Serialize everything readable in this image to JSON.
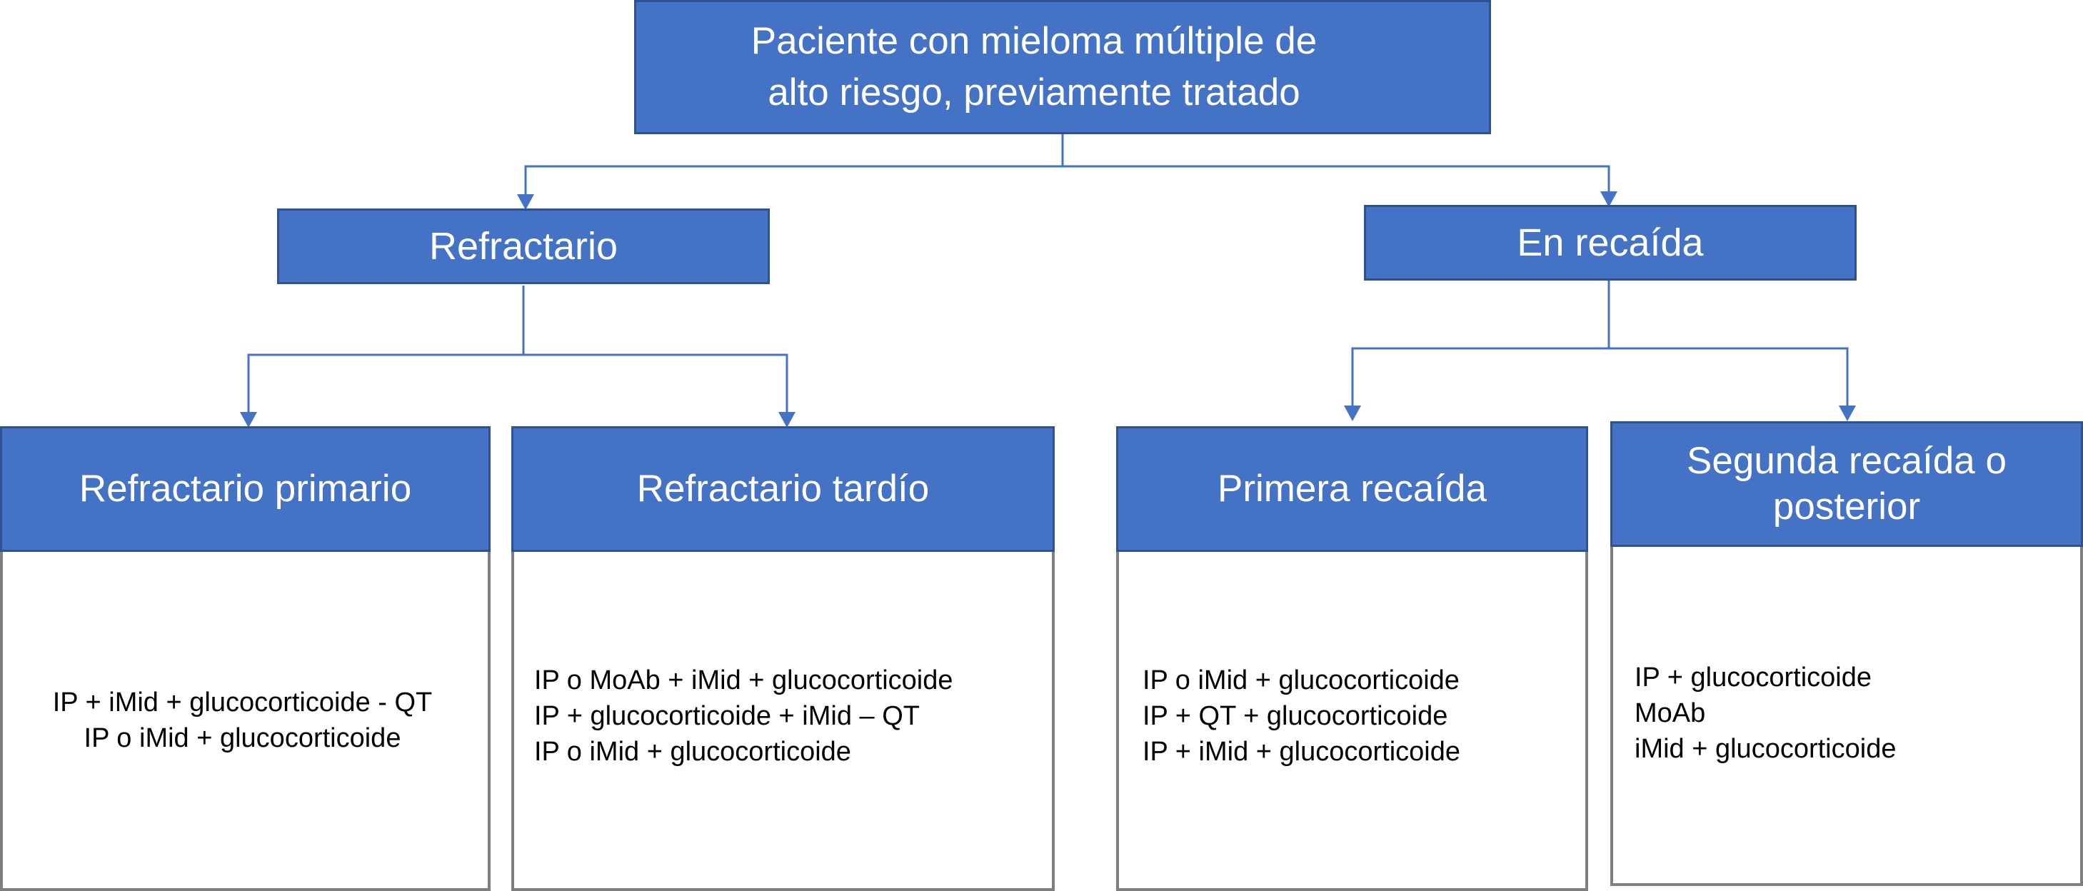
{
  "root": {
    "line1": "Paciente con mieloma múltiple de",
    "line2": "alto riesgo, previamente tratado"
  },
  "branches": [
    {
      "label": "Refractario"
    },
    {
      "label": "En recaída"
    }
  ],
  "categories": [
    {
      "title": "Refractario primario",
      "items": [
        "IP + iMid + glucocorticoide - QT",
        "IP o iMid + glucocorticoide"
      ]
    },
    {
      "title": "Refractario tardío",
      "items": [
        "IP o MoAb + iMid + glucocorticoide",
        "IP + glucocorticoide + iMid – QT",
        "IP o iMid + glucocorticoide"
      ]
    },
    {
      "title": "Primera recaída",
      "items": [
        "IP o iMid + glucocorticoide",
        "IP + QT + glucocorticoide",
        "IP + iMid + glucocorticoide"
      ]
    },
    {
      "title_line1": "Segunda recaída o",
      "title_line2": "posterior",
      "items": [
        "IP + glucocorticoide",
        "MoAb",
        "iMid + glucocorticoide"
      ]
    }
  ],
  "colors": {
    "box_fill": "#4472C4",
    "box_border": "#2F528F",
    "connector": "#4472C4",
    "content_border": "#7f7f7f"
  }
}
